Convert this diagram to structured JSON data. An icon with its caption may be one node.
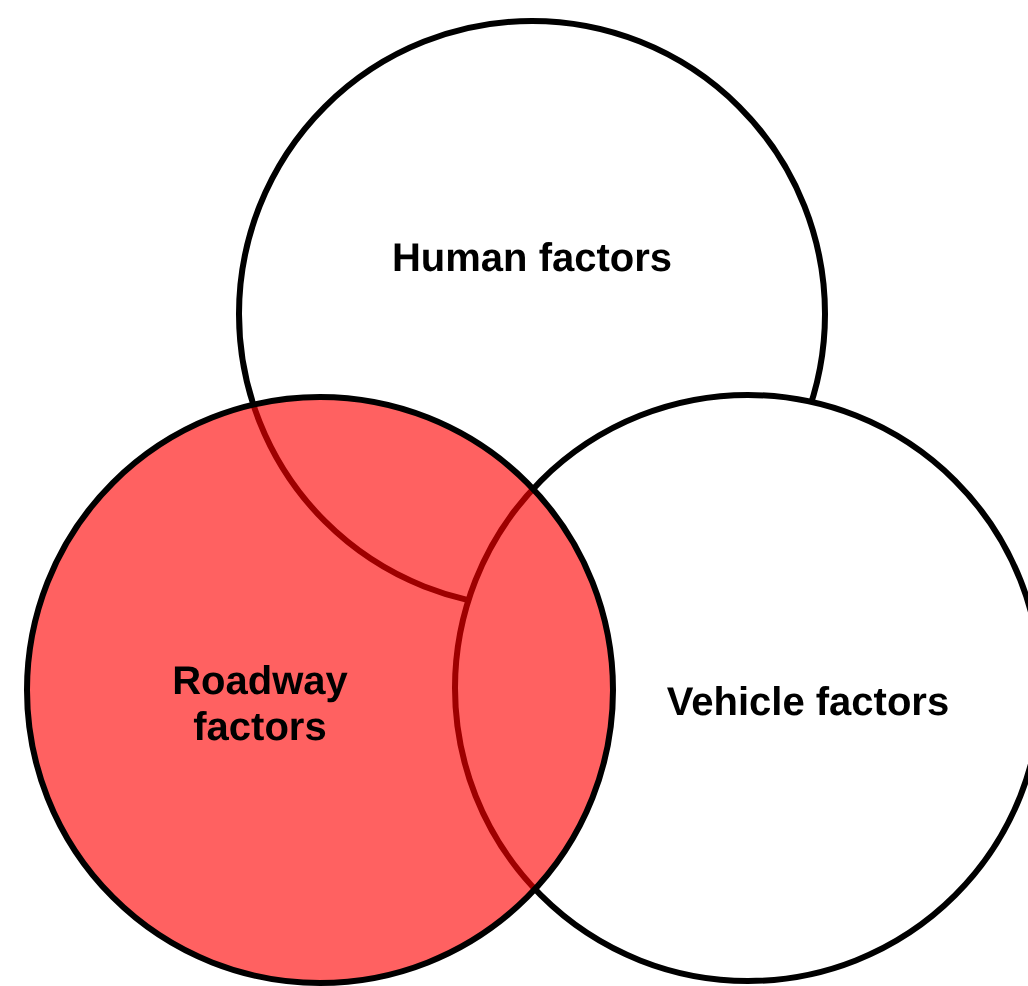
{
  "diagram": {
    "nodes": [
      {
        "text": [
          "Human factors"
        ]
      },
      {
        "text": [
          "Roadway factors"
        ]
      },
      {
        "text": [
          "Vehicle factors"
        ]
      }
    ],
    "edges": []
  }
}
